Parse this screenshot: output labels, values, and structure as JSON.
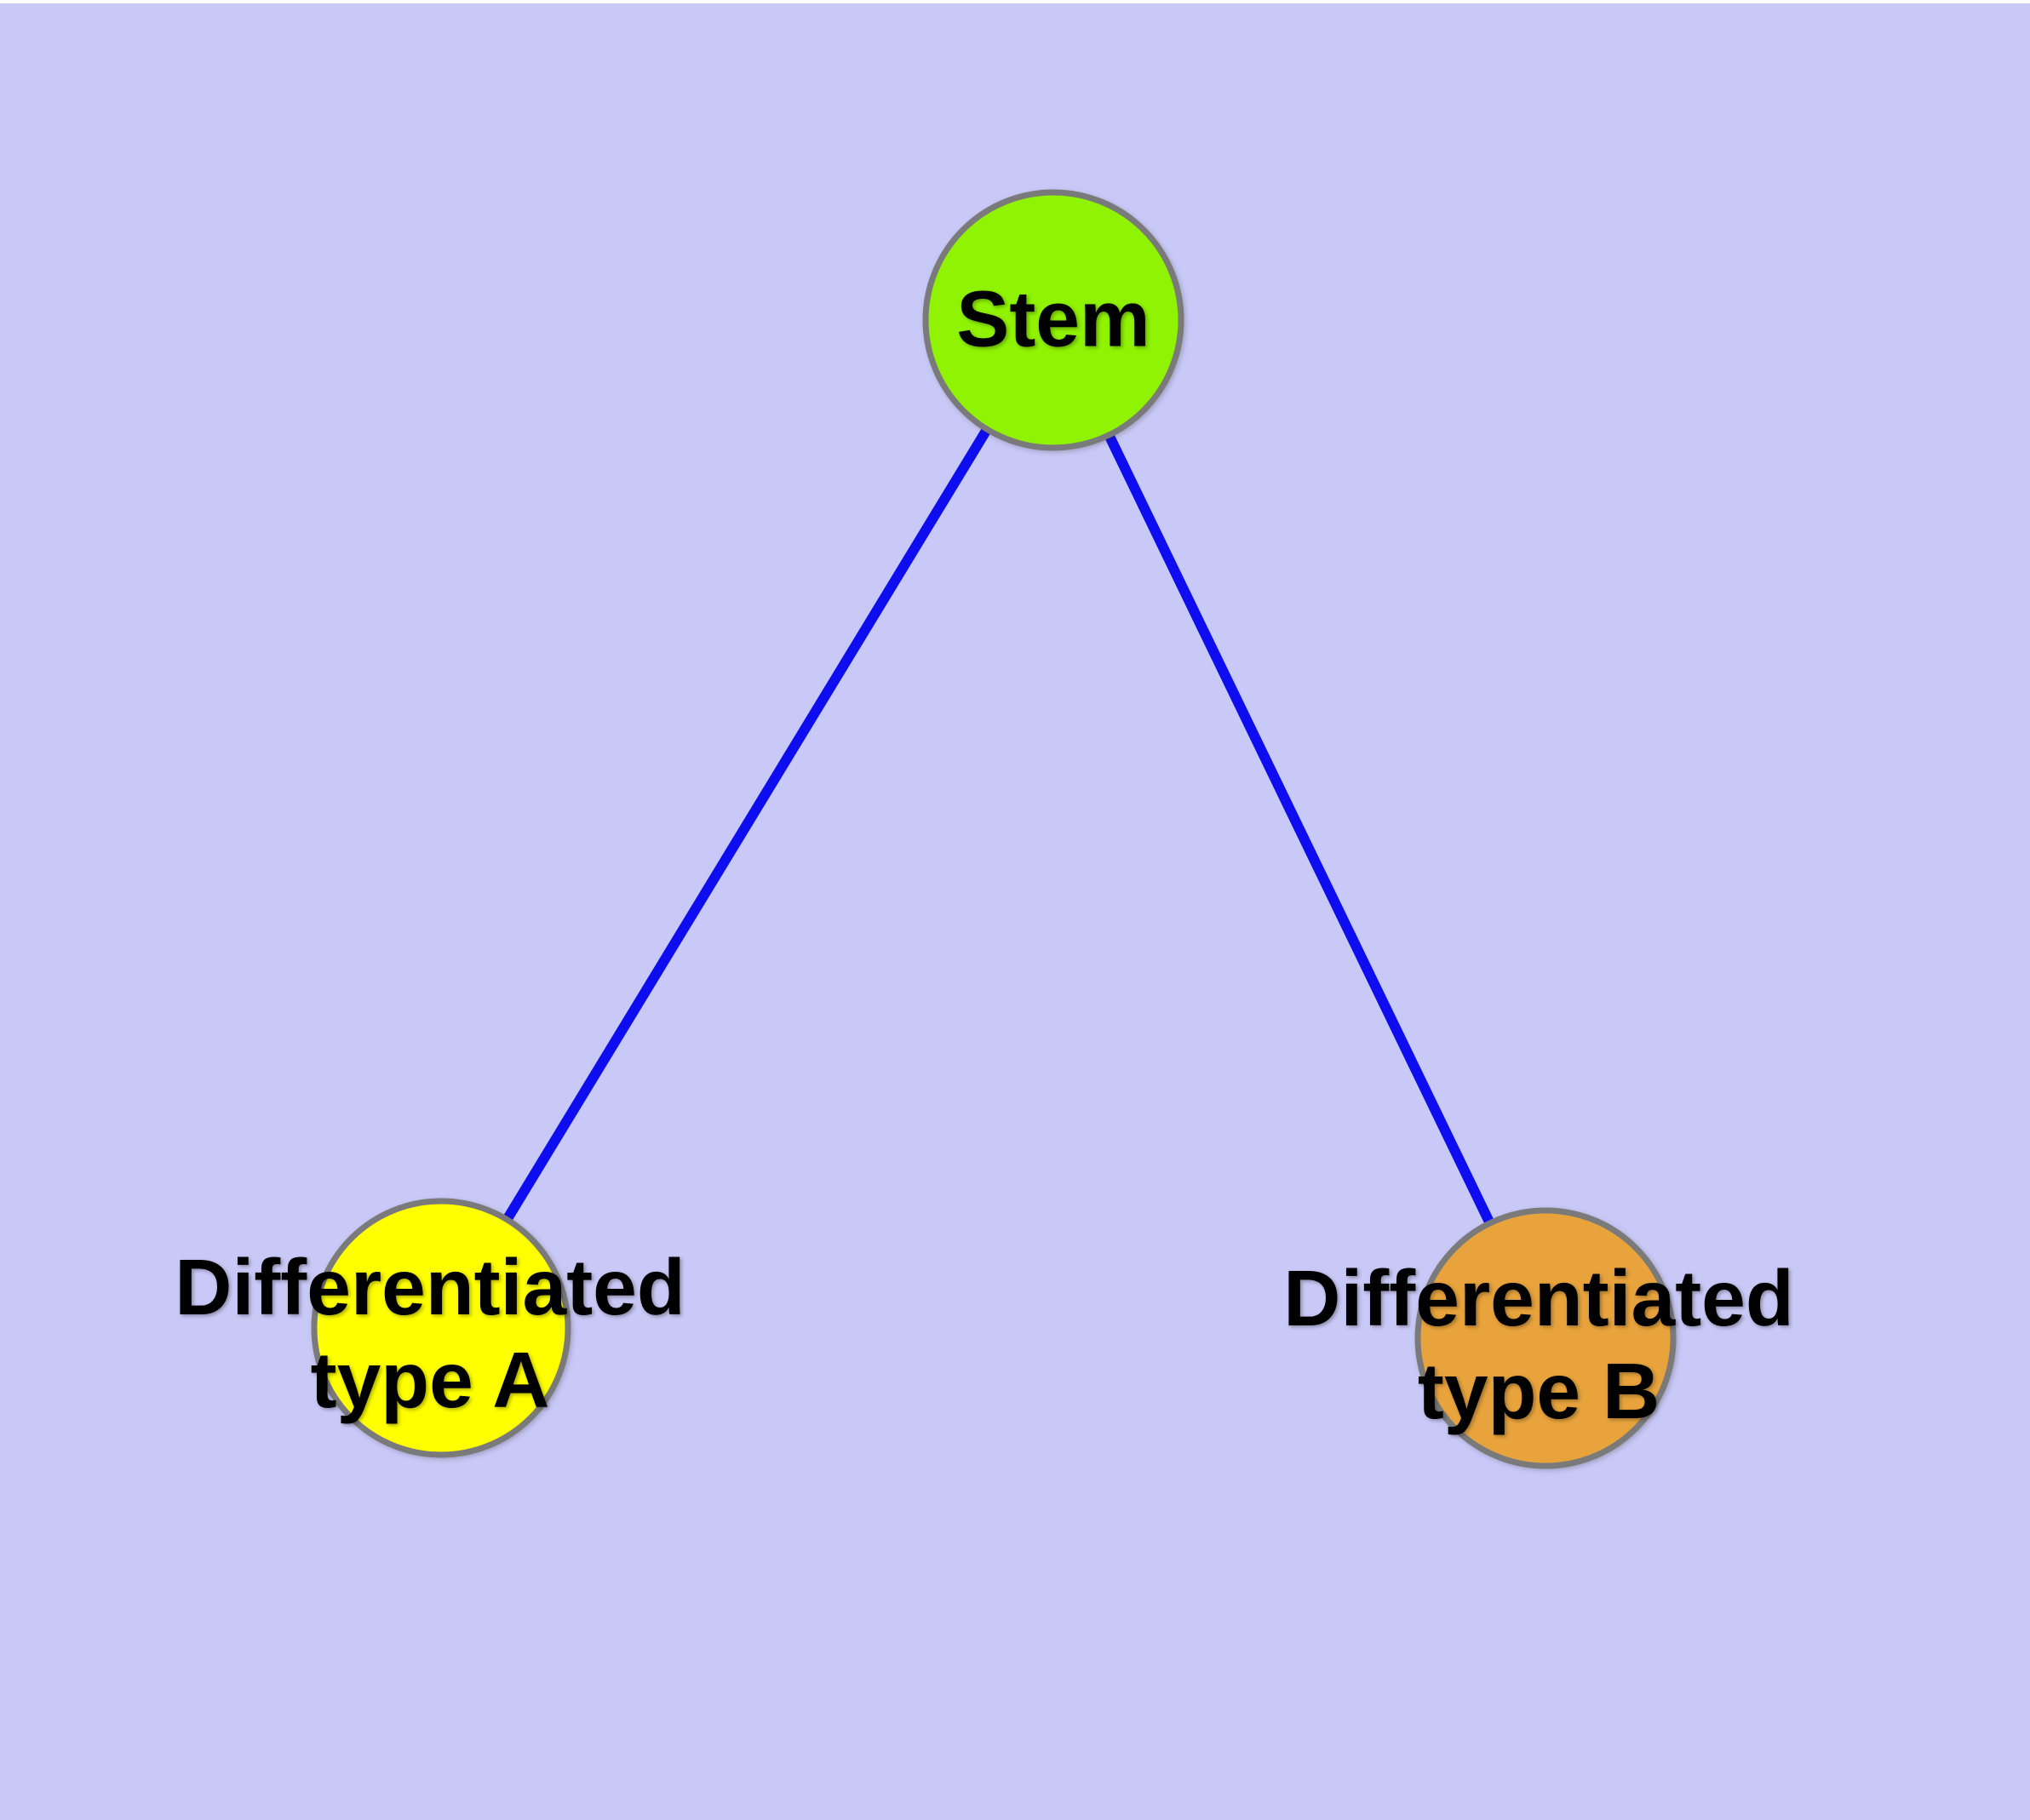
{
  "colors": {
    "background": "#C9C9F7",
    "top-margin": "#FFFFFF",
    "edge": "#0D0DEF",
    "node-border": "#7A7A7A",
    "label-text": "#000000"
  },
  "nodes": {
    "stem": {
      "label": "Stem",
      "fill": "#8FF303"
    },
    "type_a": {
      "label_line1": "Differentiated",
      "label_line2": "type A",
      "fill": "#FFFF00"
    },
    "type_b": {
      "label_line1": "Differentiated",
      "label_line2": "type B",
      "fill": "#E8A33C"
    }
  },
  "edges": [
    {
      "from": "Stem",
      "to": "Differentiated type A"
    },
    {
      "from": "Stem",
      "to": "Differentiated type B"
    }
  ]
}
